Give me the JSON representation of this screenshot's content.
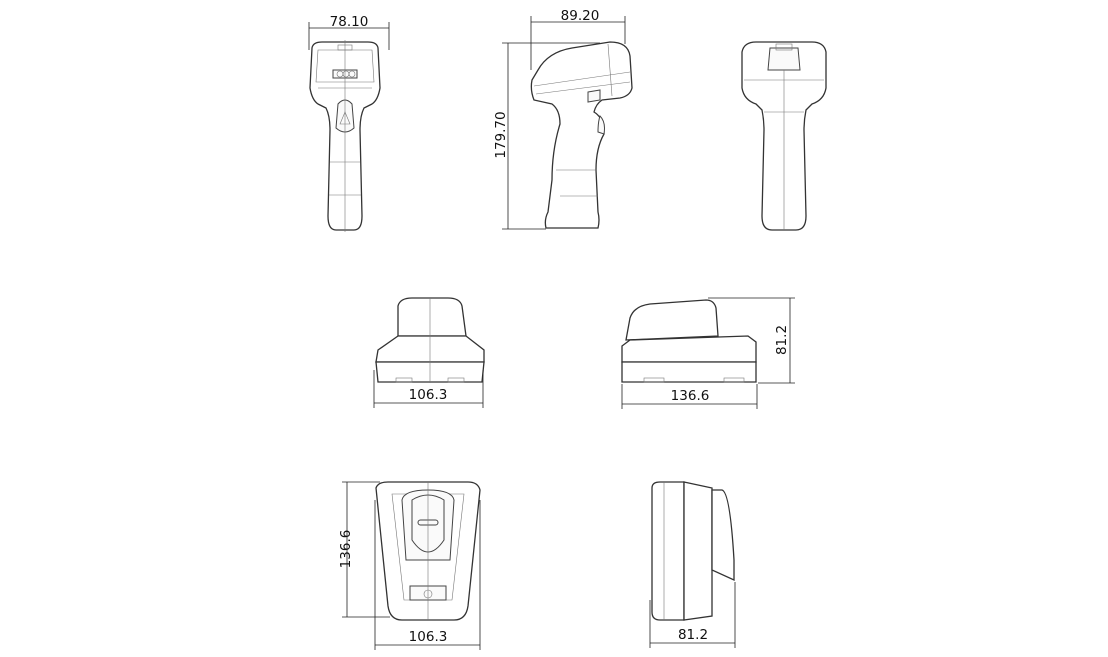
{
  "views": {
    "scanner_front": {
      "width_label": "78.10"
    },
    "scanner_side": {
      "depth_label": "89.20",
      "height_label": "179.70"
    },
    "scanner_back": {},
    "cradle_front": {
      "width_label": "106.3"
    },
    "cradle_side": {
      "length_label": "136.6",
      "height_label": "81.2"
    },
    "cradle_top": {
      "length_label": "136.6",
      "width_label": "106.3"
    },
    "cradle_side_rotated": {
      "height_label": "81.2"
    }
  },
  "colors": {
    "line": "#333333",
    "background": "#ffffff"
  }
}
